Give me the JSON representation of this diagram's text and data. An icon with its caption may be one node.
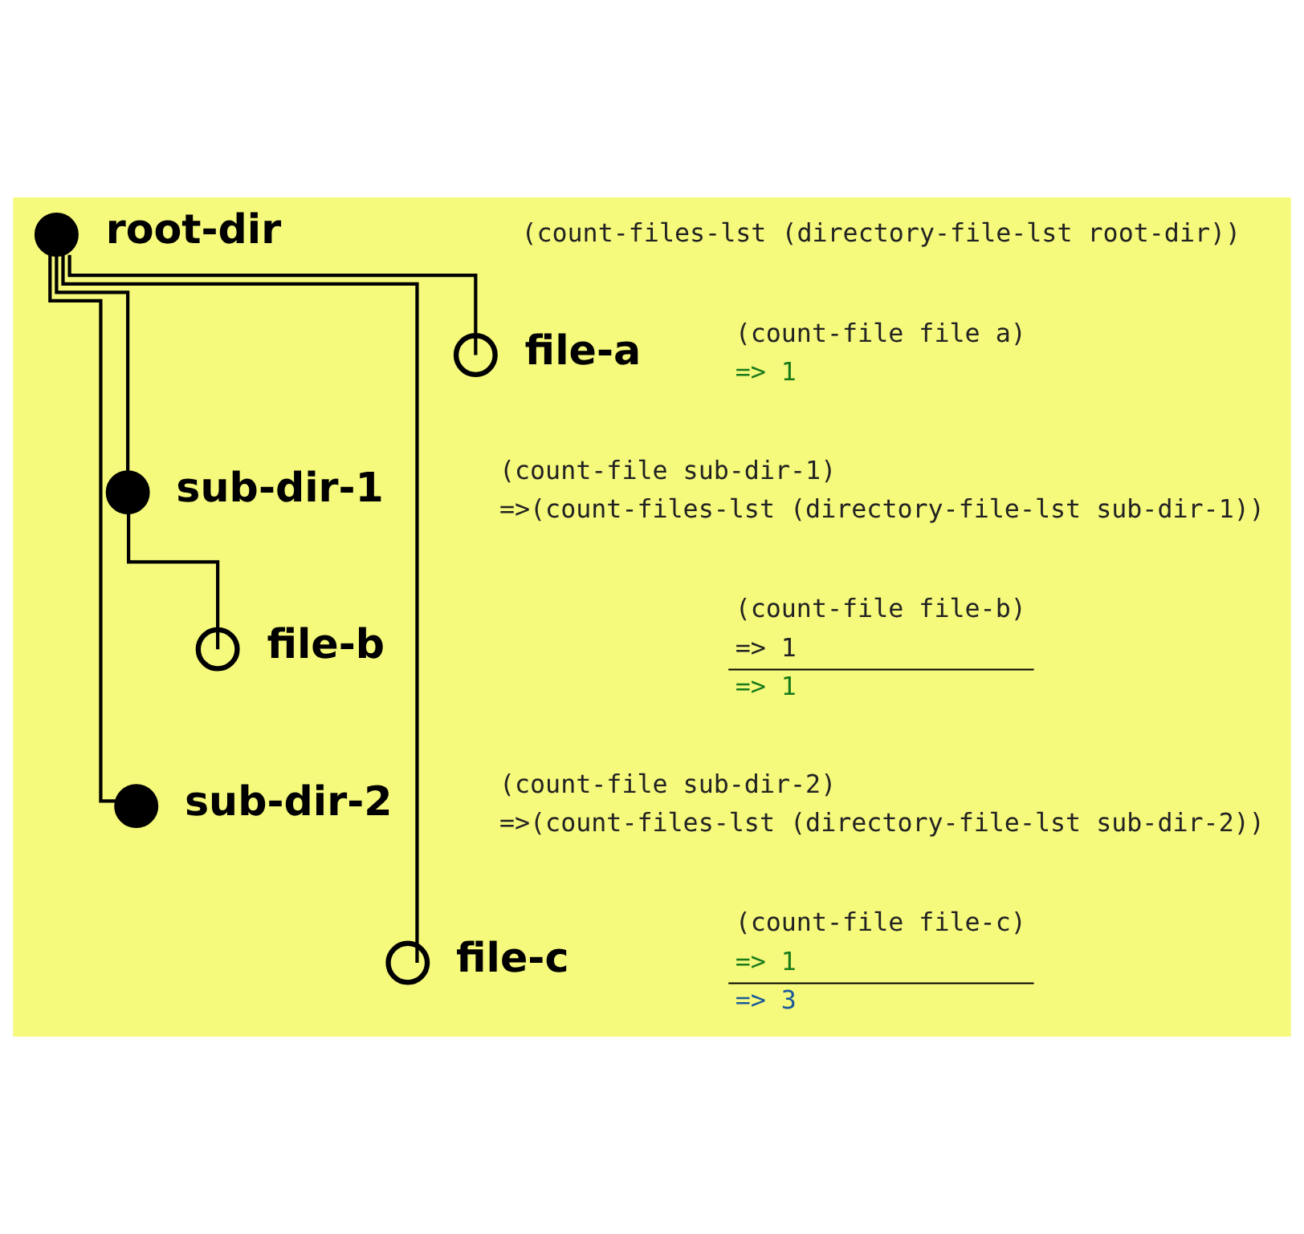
{
  "diagram": {
    "nodes": [
      {
        "text": [],
        "shape": "circle",
        "beside": [
          "root-dir"
        ]
      },
      {
        "text": [],
        "shape": "circle",
        "beside": [
          "file-a"
        ]
      },
      {
        "text": [],
        "shape": "circle",
        "beside": [
          "sub-dir-1"
        ]
      },
      {
        "text": [],
        "shape": "circle",
        "beside": [
          "file-b"
        ]
      },
      {
        "text": [],
        "shape": "circle",
        "beside": [
          "sub-dir-2"
        ]
      },
      {
        "text": [],
        "shape": "circle",
        "beside": [
          "file-c"
        ]
      }
    ],
    "edges": [
      {
        "from": 0,
        "to": 1,
        "arrow": "none"
      },
      {
        "from": 0,
        "to": 2,
        "arrow": "none"
      },
      {
        "from": 2,
        "to": 3,
        "arrow": "none"
      },
      {
        "from": 0,
        "to": 4,
        "arrow": "none"
      },
      {
        "from": 0,
        "to": 5,
        "arrow": "none"
      }
    ],
    "labels": [
      "(count-files-lst (directory-file-lst root-dir))",
      "(count-file file a)",
      "=> 1",
      "(count-file sub-dir-1)",
      "=>(count-files-lst (directory-file-lst sub-dir-1))",
      "(count-file file-b)",
      "=> 1",
      "=> 1",
      "(count-file sub-dir-2)",
      "=>(count-files-lst (directory-file-lst sub-dir-2))",
      "(count-file file-c)",
      "=> 1",
      "=> 3"
    ]
  }
}
